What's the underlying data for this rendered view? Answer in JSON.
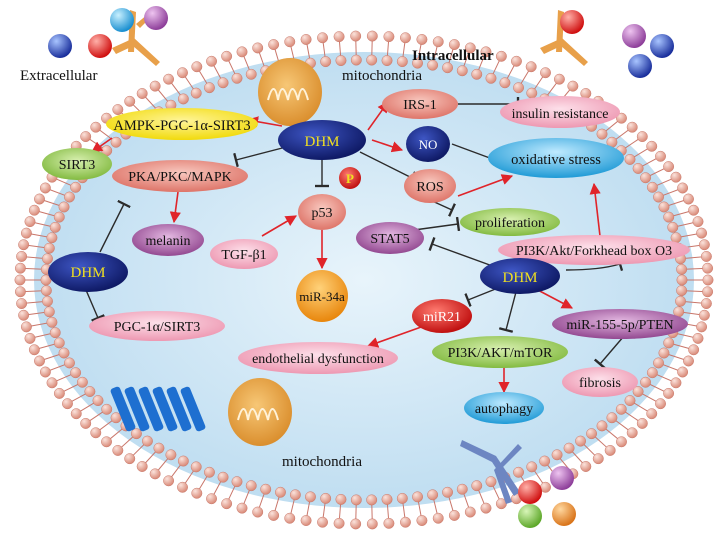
{
  "regions": {
    "extracellular": "Extracellular",
    "intracellular": "Intracellular"
  },
  "organelles": {
    "mito_top": "mitochondria",
    "mito_bottom": "mitochondria"
  },
  "nodes": {
    "dhm_center": "DHM",
    "dhm_left": "DHM",
    "dhm_right": "DHM",
    "ampk": "AMPK-PGC-1α-SIRT3",
    "sirt3": "SIRT3",
    "pka": "PKA/PKC/MAPK",
    "melanin": "melanin",
    "pgc": "PGC-1α/SIRT3",
    "tgf": "TGF-β1",
    "p53": "p53",
    "mir34a": "miR-34a",
    "p_badge": "P",
    "irs1": "IRS-1",
    "insulin": "insulin resistance",
    "no": "NO",
    "ros": "ROS",
    "oxidative": "oxidative stress",
    "proliferation": "proliferation",
    "stat5": "STAT5",
    "pi3k_foxo3": "PI3K/Akt/Forkhead box O3",
    "mir21": "miR21",
    "mir155": "miR-155-5p/PTEN",
    "endothelial": "endothelial dysfunction",
    "pi3k_mtor": "PI3K/AKT/mTOR",
    "fibrosis": "fibrosis",
    "autophagy": "autophagy"
  },
  "colors": {
    "background": "#ffffff",
    "cell_interior": "#c9e3f3",
    "membrane_bead": "#e8a191",
    "activation_arrow": "#e0242a",
    "inhibition_line": "#2b2b2b",
    "dhm_fill": "#15237a",
    "dhm_text": "#f0e020",
    "yellow_node": "#f6e619",
    "green_node": "#8ec63f",
    "pink_node": "#f0a0b6",
    "salmon_node": "#e8847a",
    "purple_node": "#9a4f97",
    "orange_node": "#f0961c",
    "navy_node": "#1f2b75",
    "cyan_node": "#2aa9e0",
    "red_node": "#d7191f",
    "receptor_blue": "#1e6fd0",
    "mitochondria": "#e9a347"
  }
}
